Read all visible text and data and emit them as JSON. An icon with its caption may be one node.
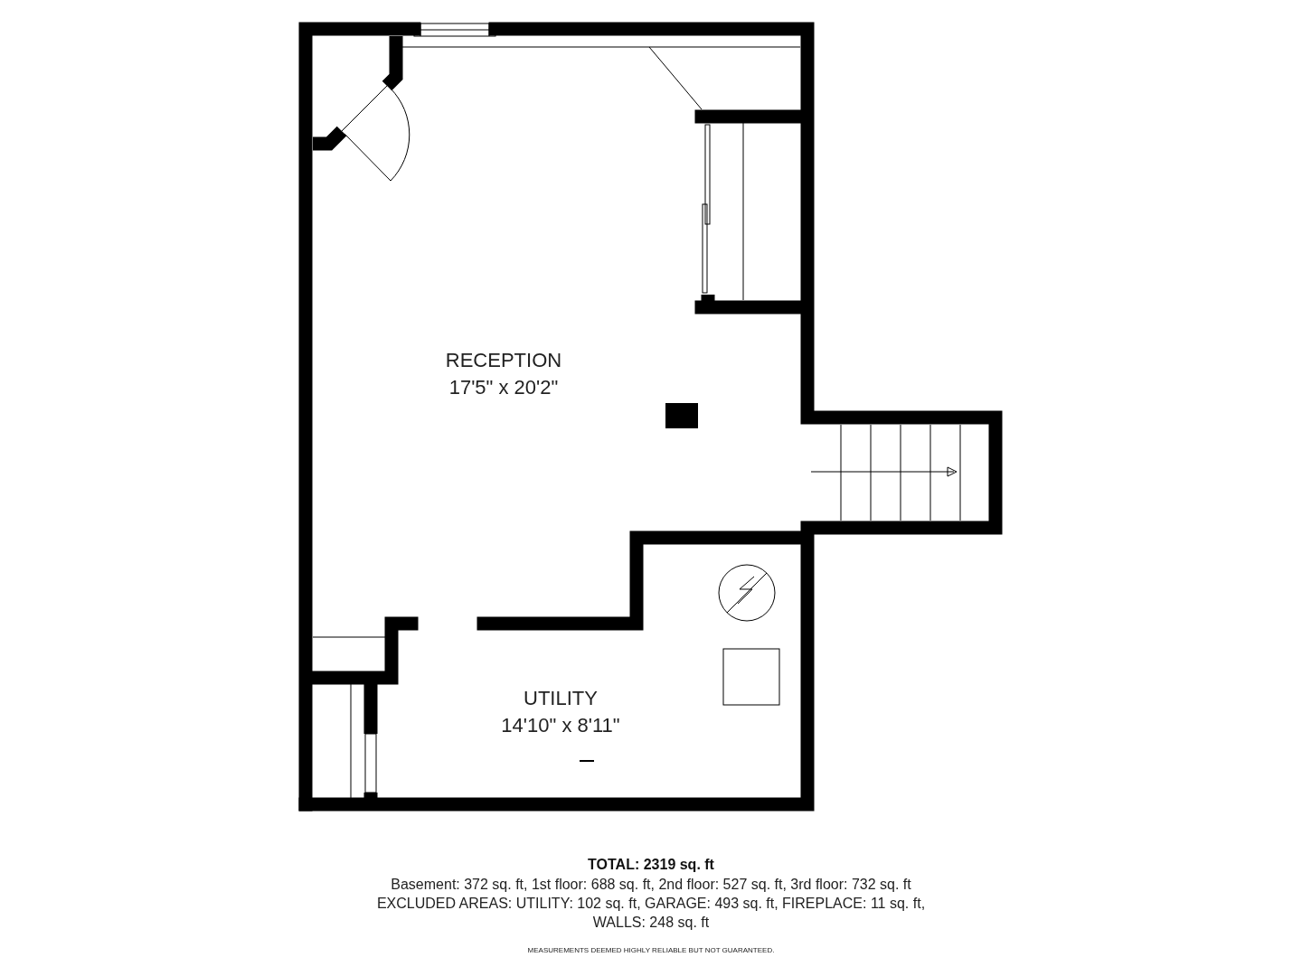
{
  "diagram": {
    "title": "TOTAL: 2319 sq. ft",
    "nodes": [
      {
        "text": [
          "RECEPTION",
          "17'5\" x 20'2\""
        ]
      },
      {
        "text": [
          "UTILITY",
          "14'10\" x 8'11\""
        ]
      }
    ],
    "labels": [
      "Basement: 372 sq. ft, 1st floor: 688 sq. ft, 2nd floor: 527 sq. ft, 3rd floor: 732 sq. ft",
      "EXCLUDED AREAS: UTILITY: 102 sq. ft, GARAGE: 493 sq. ft, FIREPLACE: 11 sq. ft, WALLS: 248 sq. ft",
      "MEASUREMENTS DEEMED HIGHLY RELIABLE BUT NOT GUARANTEED."
    ]
  }
}
